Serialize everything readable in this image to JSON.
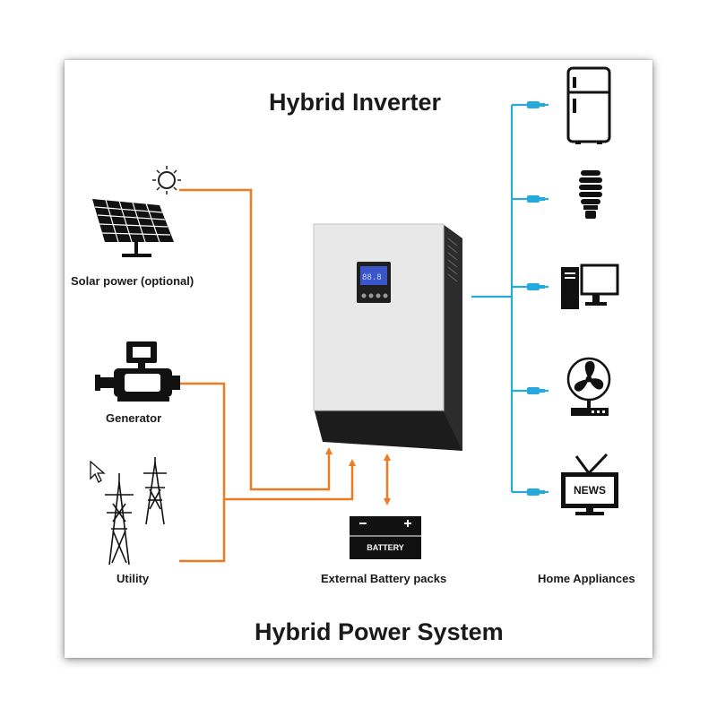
{
  "diagram": {
    "title": "Hybrid Inverter",
    "footer": "Hybrid Power System",
    "battery_text": "BATTERY",
    "news_text": "NEWS",
    "sources": [
      {
        "label": "Solar power (optional)",
        "icon": "solar-panel-icon"
      },
      {
        "label": "Generator",
        "icon": "generator-icon"
      },
      {
        "label": "Utility",
        "icon": "power-tower-icon"
      }
    ],
    "storage": {
      "label": "External Battery packs",
      "icon": "battery-icon"
    },
    "loads": {
      "label": "Home Appliances",
      "icons": [
        "refrigerator-icon",
        "light-bulb-icon",
        "computer-icon",
        "fan-icon",
        "television-icon"
      ]
    },
    "colors": {
      "source_lines": "#f07a22",
      "load_lines": "#27a9db",
      "icons": "#111111"
    }
  }
}
